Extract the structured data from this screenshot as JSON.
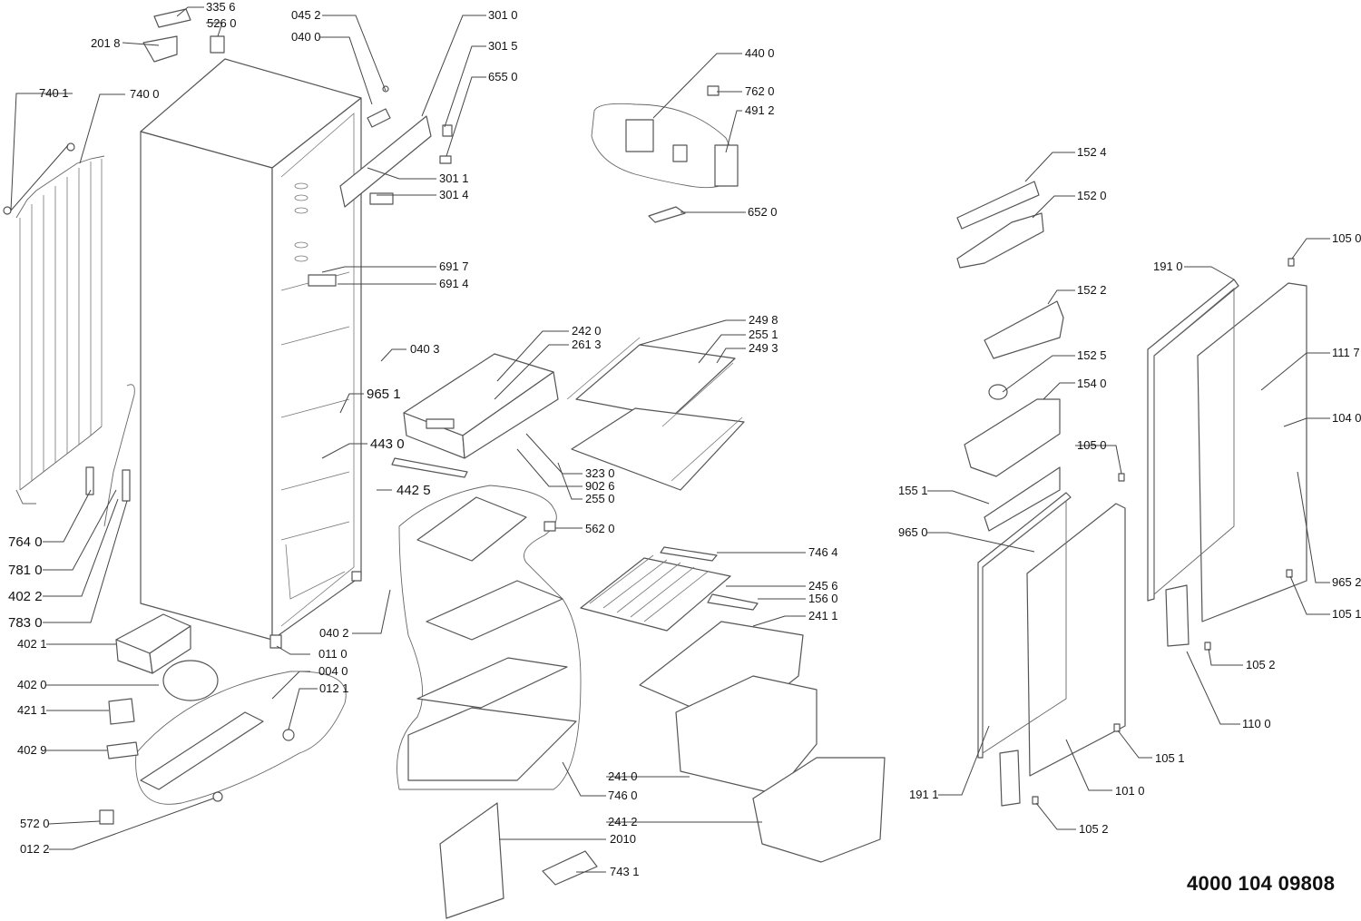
{
  "document_number": "4000 104 09808",
  "labels": {
    "l3356": "335 6",
    "l5260": "526 0",
    "l2018": "201 8",
    "l0452": "045 2",
    "l0400": "040 0",
    "l3010": "301 0",
    "l3015": "301 5",
    "l6550": "655 0",
    "l7401": "740 1",
    "l7400": "740 0",
    "l3011": "301 1",
    "l3014": "301 4",
    "l6917": "691 7",
    "l6914": "691 4",
    "l4400": "440 0",
    "l7620": "762 0",
    "l4912": "491 2",
    "l6520": "652 0",
    "l2420": "242 0",
    "l2613": "261 3",
    "l0403": "040 3",
    "l9651": "965 1",
    "l4430": "443 0",
    "l4425": "442 5",
    "l2498": "249 8",
    "l2551": "255 1",
    "l2493": "249 3",
    "l3230": "323 0",
    "l9026": "902 6",
    "l2550": "255 0",
    "l5620": "562 0",
    "l7640": "764 0",
    "l7810": "781 0",
    "l4022": "402 2",
    "l7830": "783 0",
    "l0402": "040 2",
    "l0110": "011 0",
    "l0040": "004 0",
    "l0121": "012 1",
    "l4021": "402 1",
    "l4020": "402 0",
    "l4211": "421 1",
    "l4029": "402 9",
    "l5720": "572 0",
    "l0122": "012 2",
    "l7464": "746 4",
    "l2456": "245 6",
    "l1560": "156 0",
    "l2411": "241 1",
    "l2410": "241 0",
    "l7460": "746 0",
    "l2412": "241 2",
    "l2010": "2010",
    "l7431": "743 1",
    "l1524": "152 4",
    "l1520": "152 0",
    "l1522": "152 2",
    "l1525": "152 5",
    "l1540": "154 0",
    "l1050a": "105 0",
    "l1551": "155 1",
    "l9650": "965 0",
    "l1911": "191 1",
    "l1010": "101 0",
    "l1051a": "105 1",
    "l1052a": "105 2",
    "l1100": "110 0",
    "l1052b": "105 2",
    "l1051b": "105 1",
    "l9652": "965 2",
    "l1040": "104 0",
    "l1117": "111 7",
    "l1910": "191 0",
    "l1050b": "105 0"
  }
}
